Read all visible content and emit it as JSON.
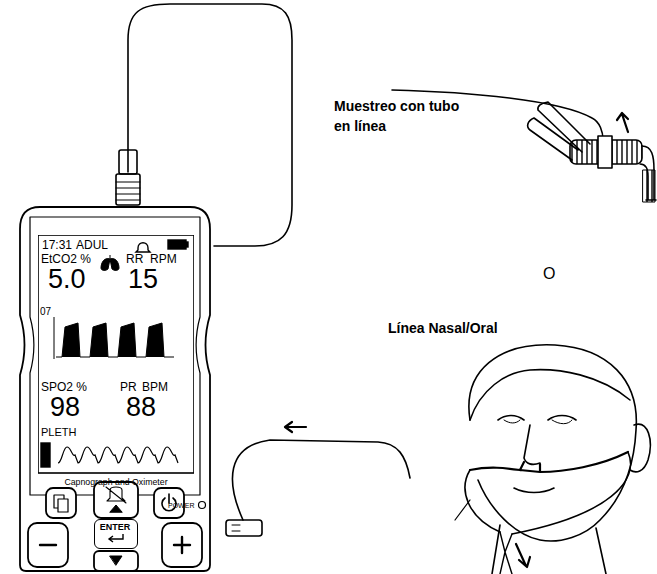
{
  "diagram": {
    "nodes": [
      {
        "text": [
          "POWER"
        ]
      },
      {
        "text": [
          "17:31",
          "ADUL",
          "EtCO2 %",
          "RR",
          "RPM",
          "5.0",
          "15",
          "07",
          "SPO2 %",
          "PR",
          "BPM",
          "98",
          "88",
          "PLETH",
          "Capnograph and Oximeter"
        ],
        "in": 0
      },
      {
        "text": [
          "ENTER"
        ],
        "in": 0
      }
    ],
    "labels": [
      "Muestreo con tubo en línea",
      "O",
      "Línea Nasal/Oral"
    ]
  }
}
